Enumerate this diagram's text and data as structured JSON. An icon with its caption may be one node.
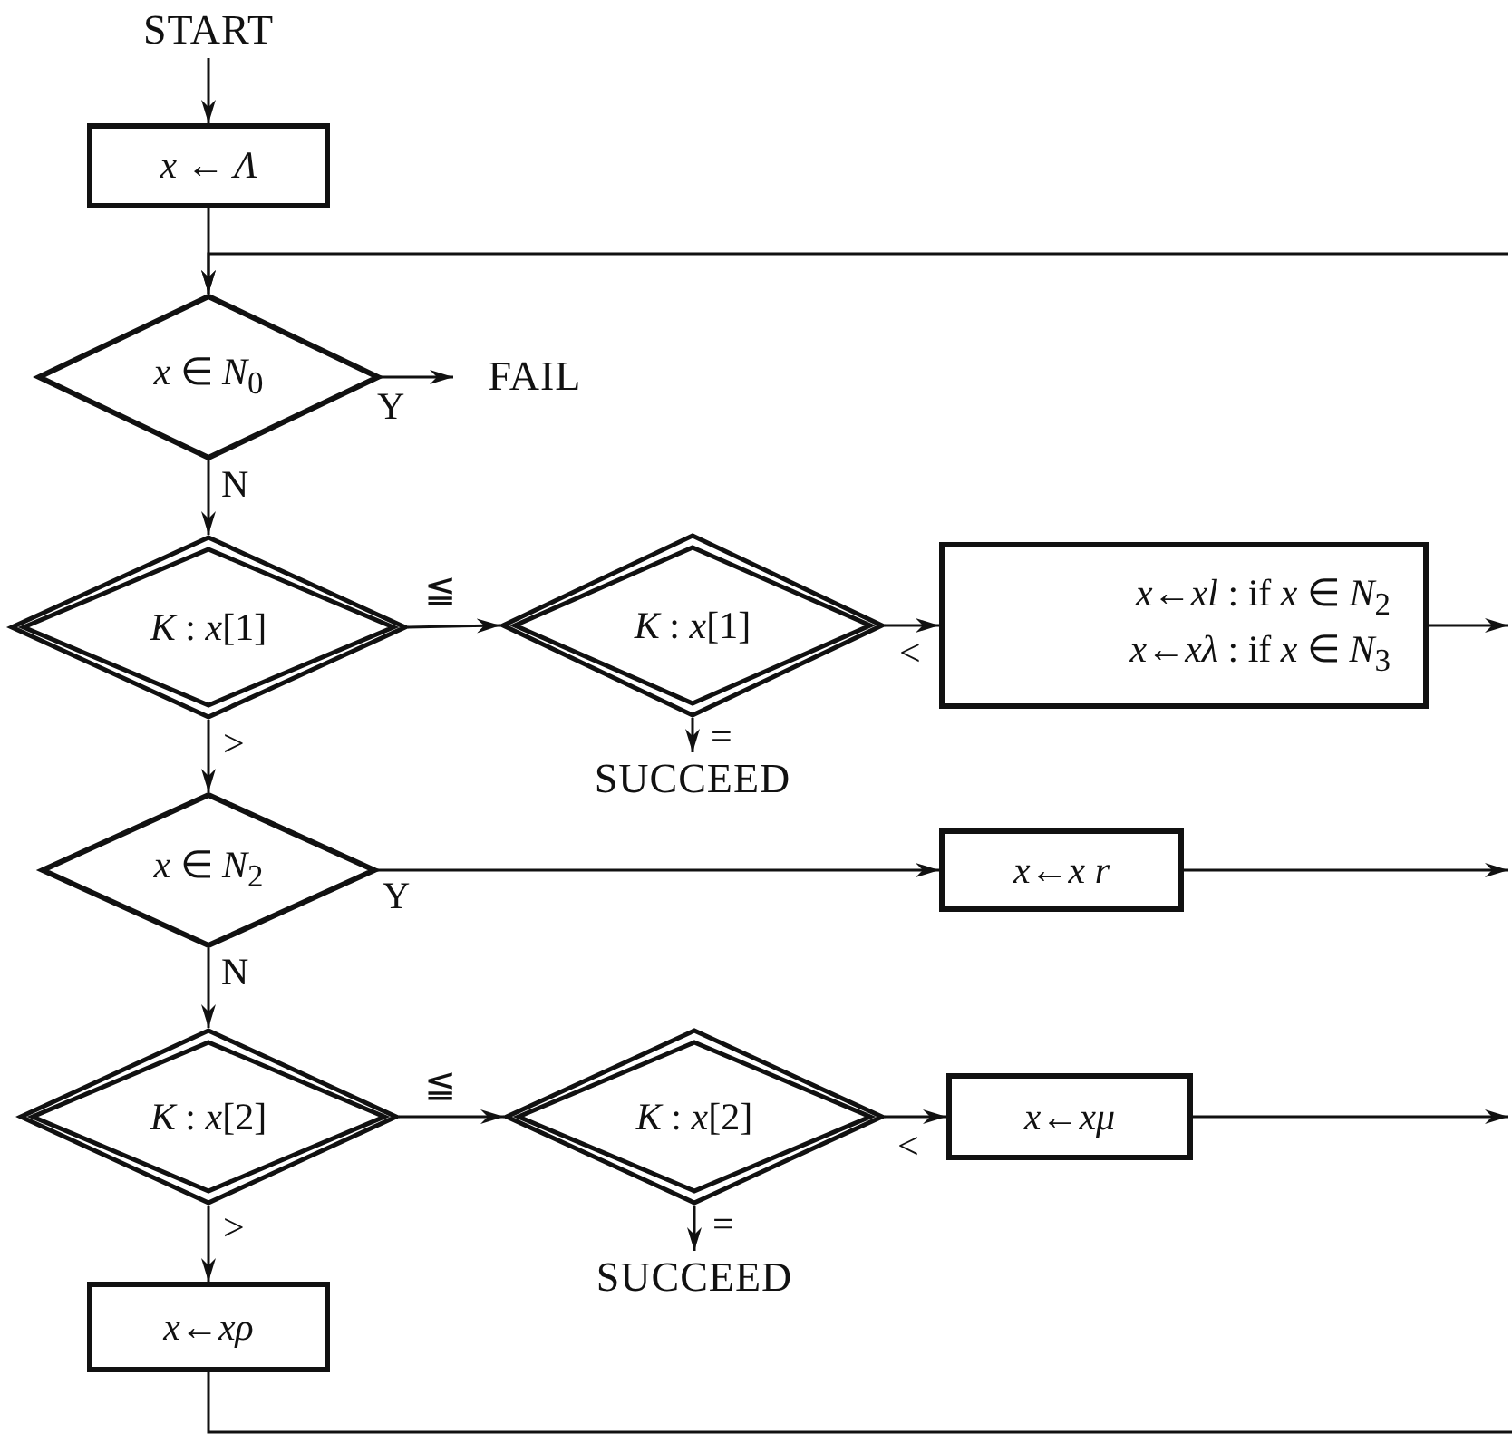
{
  "diagram": {
    "nodes": [
      {
        "text": [
          "START"
        ]
      },
      {
        "text": [
          "*x* ← *Λ*"
        ]
      },
      {
        "text": [
          "*x* ∈ *N*$_{0}$"
        ]
      },
      {
        "text": [
          "FAIL"
        ]
      },
      {
        "text": [
          "*K* : *x*[1]"
        ]
      },
      {
        "text": [
          "*K* : *x*[1]"
        ]
      },
      {
        "text": [
          "*x*←*xl* : if *x* ∈ *N*$_{2}$",
          "*x*←*xλ* : if *x* ∈ *N*$_{3}$"
        ]
      },
      {
        "text": [
          "SUCCEED"
        ]
      },
      {
        "text": [
          "*x* ∈ *N*$_{2}$"
        ]
      },
      {
        "text": [
          "*x*←*x r*"
        ]
      },
      {
        "text": [
          "*K* : *x*[2]"
        ]
      },
      {
        "text": [
          "*K* : *x*[2]"
        ]
      },
      {
        "text": [
          "*x*←*xμ*"
        ]
      },
      {
        "text": [
          "SUCCEED"
        ]
      },
      {
        "text": [
          "*x*←*xρ*"
        ]
      }
    ],
    "edges": [
      {
        "from": 0,
        "to": 1,
        "arrow": "to"
      },
      {
        "from": 1,
        "to": 2,
        "arrow": "to"
      },
      {
        "from": null,
        "to": 2,
        "arrow": "to"
      },
      {
        "from": 2,
        "to": 3,
        "arrow": "to",
        "label": "Y"
      },
      {
        "from": 2,
        "to": 4,
        "arrow": "to",
        "label": "N"
      },
      {
        "from": 4,
        "to": 5,
        "arrow": "to",
        "label": "≦"
      },
      {
        "from": 5,
        "to": 6,
        "arrow": "to",
        "label": "<"
      },
      {
        "from": 6,
        "to": null,
        "arrow": "to"
      },
      {
        "from": 5,
        "to": 7,
        "arrow": "to",
        "label": "="
      },
      {
        "from": 4,
        "to": 8,
        "arrow": "to",
        "label": ">"
      },
      {
        "from": 8,
        "to": 9,
        "arrow": "to",
        "label": "Y"
      },
      {
        "from": 9,
        "to": null,
        "arrow": "to"
      },
      {
        "from": 8,
        "to": 10,
        "arrow": "to",
        "label": "N"
      },
      {
        "from": 10,
        "to": 11,
        "arrow": "to",
        "label": "≦"
      },
      {
        "from": 11,
        "to": 12,
        "arrow": "to",
        "label": "<"
      },
      {
        "from": 12,
        "to": null,
        "arrow": "to"
      },
      {
        "from": 11,
        "to": 13,
        "arrow": "to",
        "label": "="
      },
      {
        "from": 10,
        "to": 14,
        "arrow": "to",
        "label": ">"
      },
      {
        "from": 14,
        "to": null,
        "arrow": "none"
      }
    ]
  }
}
